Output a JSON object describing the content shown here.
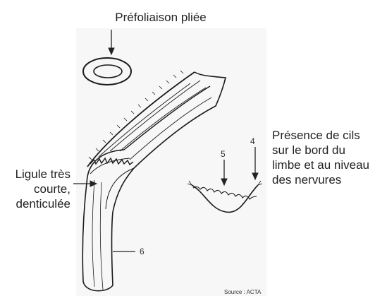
{
  "labels": {
    "prefoliaison": "Préfoliaison pliée",
    "cils": [
      "Présence de cils",
      "sur le bord du",
      "limbe et au niveau",
      "des nervures"
    ],
    "ligule": [
      "Ligule très",
      "courte,",
      "denticulée"
    ],
    "source": "Source : ACTA"
  },
  "numbers": {
    "n4": "4",
    "n5": "5",
    "n6": "6"
  }
}
